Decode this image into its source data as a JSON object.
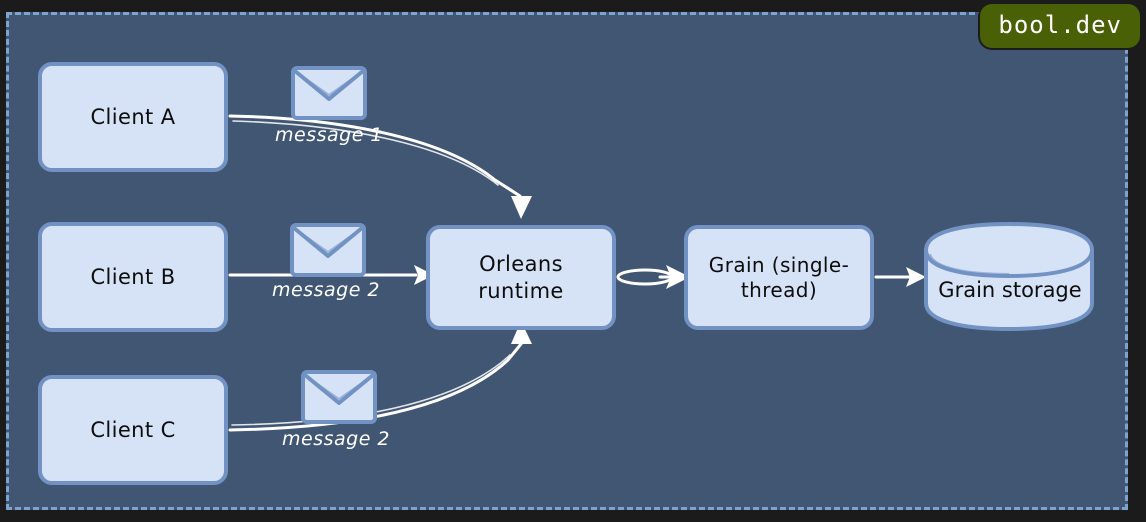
{
  "diagram": {
    "type": "architecture-flow",
    "background_color": "#1b1b1b",
    "panel_color": "#415672",
    "panel_border_color": "#7ea3cf",
    "node_fill": "#d6e3f7",
    "node_border": "#7392c4",
    "arrow_color": "#ffffff",
    "nodes": [
      {
        "id": "client-a",
        "label": "Client A",
        "shape": "rounded-rect"
      },
      {
        "id": "client-b",
        "label": "Client B",
        "shape": "rounded-rect"
      },
      {
        "id": "client-c",
        "label": "Client C",
        "shape": "rounded-rect"
      },
      {
        "id": "orleans",
        "label_line1": "Orleans",
        "label_line2": "runtime",
        "shape": "rounded-rect"
      },
      {
        "id": "grain",
        "label_line1": "Grain (single-",
        "label_line2": "thread)",
        "shape": "rounded-rect"
      },
      {
        "id": "storage",
        "label_line1": "Grain",
        "label_line2": "storage",
        "shape": "cylinder"
      }
    ],
    "edges": [
      {
        "from": "client-a",
        "to": "orleans",
        "label": "message 1",
        "style": "curved",
        "icon": "envelope-icon"
      },
      {
        "from": "client-b",
        "to": "orleans",
        "label": "message 2",
        "style": "straight",
        "icon": "envelope-icon"
      },
      {
        "from": "client-c",
        "to": "orleans",
        "label": "message 2",
        "style": "curved",
        "icon": "envelope-icon"
      },
      {
        "from": "orleans",
        "to": "grain",
        "label": "",
        "style": "loop-arrow",
        "icon": ""
      },
      {
        "from": "grain",
        "to": "storage",
        "label": "",
        "style": "straight",
        "icon": ""
      }
    ]
  },
  "watermark": {
    "text": "bool.dev",
    "color": "#4a6006",
    "text_color": "#ffffff"
  }
}
